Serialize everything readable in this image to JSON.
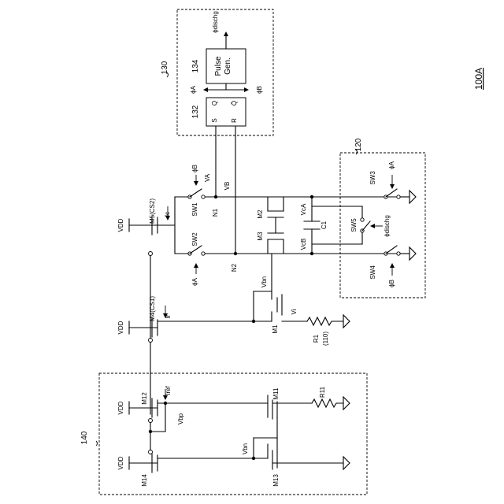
{
  "figure": {
    "title": "100A",
    "blocks": {
      "b130": "130",
      "b120": "120",
      "b140": "140",
      "b132": "132",
      "b134": "134"
    },
    "pulse_gen": {
      "line1": "Pulse",
      "line2": "Gen.",
      "out_discharge": "ϕdischg",
      "out_a": "ϕA",
      "out_b": "ϕB"
    },
    "sr_latch": {
      "s": "S",
      "r": "R",
      "q": "Q",
      "qbar": "Q̄"
    },
    "nodes": {
      "va": "VA",
      "vb": "VB",
      "n1": "N1",
      "n2": "N2",
      "vbn": "Vbn",
      "vi": "Vi",
      "vca": "VcA",
      "vcb": "VcB",
      "vbp": "Vbp",
      "vbn2": "Vbn"
    },
    "devices": {
      "m1": "M1",
      "m2": "M2",
      "m3": "M3",
      "m4": "M4(CS1)",
      "m5": "M5(CS2)",
      "m11": "M11",
      "m12": "M12",
      "m13": "M13",
      "m14": "M14",
      "r1": "R1",
      "r1b": "(110)",
      "r11": "R11",
      "c1": "C1",
      "sw1": "SW1",
      "sw2": "SW2",
      "sw3": "SW3",
      "sw4": "SW4",
      "sw5": "SW5"
    },
    "signals": {
      "vdd": "VDD",
      "ic": "Ic",
      "ir": "Ir",
      "iref": "Iref",
      "phi_a": "ϕA",
      "phi_b": "ϕB",
      "phi_dis": "ϕdischg"
    }
  }
}
